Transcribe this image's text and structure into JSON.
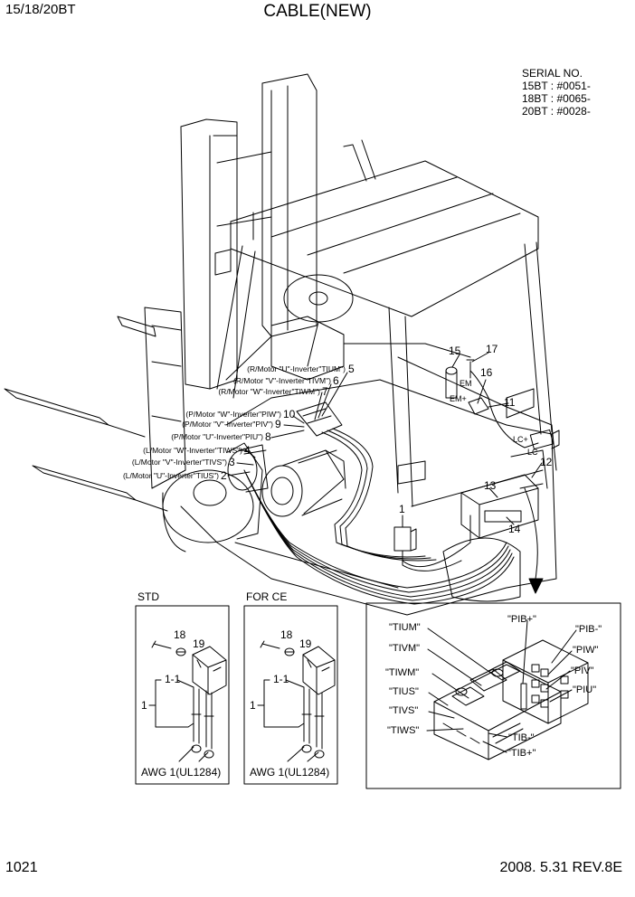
{
  "header": {
    "models": "15/18/20BT",
    "title": "CABLE(NEW)"
  },
  "serial": {
    "heading": "SERIAL NO.",
    "lines": [
      "15BT : #0051-",
      "18BT : #0065-",
      "20BT : #0028-"
    ]
  },
  "callouts": {
    "c1": "1",
    "c2": "2",
    "c3": "3",
    "c4": "4",
    "c5": "5",
    "c6": "6",
    "c7": "7",
    "c8": "8",
    "c9": "9",
    "c10": "10",
    "c11": "11",
    "c12": "12",
    "c13": "13",
    "c14": "14",
    "c15": "15",
    "c16": "16",
    "c17": "17"
  },
  "cable_labels": [
    "(R/Motor \"U\"-Inverter\"TIUM\")",
    "(R/Motor \"V\"-Inverter\"TIVM\")",
    "(R/Motor \"W\"-Inverter\"TIWM\")",
    "(P/Motor \"W\"-Inverter\"PIW\")",
    "(P/Motor \"V\"-Inverter\"PIV\")",
    "(P/Motor \"U\"-Inverter\"PIU\")",
    "(L/Motor \"W\"-Inverter\"TIWS\")",
    "(L/Motor \"V\"-Inverter\"TIVS\")",
    "(L/Motor \"U\"-Inverter\"TIUS\")"
  ],
  "connectors": {
    "em": "EM",
    "em_plus": "EM+",
    "lc_plus": "LC+",
    "lc": "LC"
  },
  "panels": {
    "std": {
      "label": "STD",
      "p18": "18",
      "p19": "19",
      "p1_1": "1-1",
      "p1": "1",
      "awg": "AWG 1(UL1284)"
    },
    "ce": {
      "label": "FOR CE",
      "p18": "18",
      "p19": "19",
      "p1_1": "1-1",
      "p1": "1",
      "awg": "AWG 1(UL1284)"
    }
  },
  "inverter_terminals": {
    "left": [
      "\"TIUM\"",
      "\"TIVM\"",
      "\"TIWM\"",
      "\"TIUS\"",
      "\"TIVS\"",
      "\"TIWS\""
    ],
    "right": [
      "\"PIB+\"",
      "\"PIB-\"",
      "\"PIW\"",
      "\"PIV\"",
      "\"PIU\""
    ],
    "bottom": [
      "\"TIB-\"",
      "\"TIB+\""
    ]
  },
  "footer": {
    "page": "1021",
    "date_rev": "2008. 5.31  REV.8E"
  }
}
